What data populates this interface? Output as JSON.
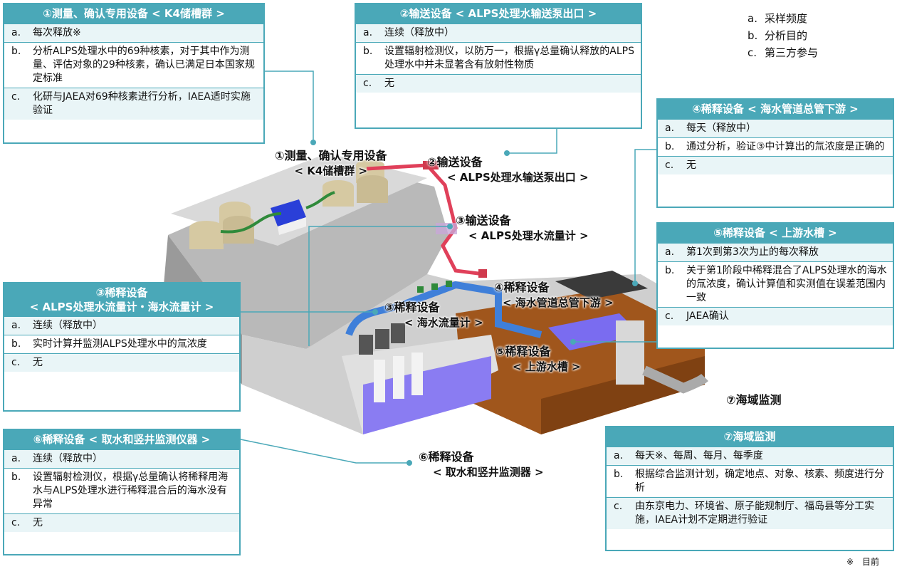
{
  "legend": [
    {
      "key": "a.",
      "text": "采样频度"
    },
    {
      "key": "b.",
      "text": "分析目的"
    },
    {
      "key": "c.",
      "text": "第三方参与"
    }
  ],
  "panels": {
    "p1": {
      "title": "①测量、确认专用设备 < K4储槽群 >",
      "rows": [
        {
          "key": "a.",
          "text": "每次释放※"
        },
        {
          "key": "b.",
          "text": "分析ALPS处理水中的69种核素，对于其中作为测量、评估对象的29种核素，确认已满足日本国家规定标准"
        },
        {
          "key": "c.",
          "text": "化研与JAEA对69种核素进行分析，IAEA适时实施验证"
        }
      ]
    },
    "p2": {
      "title": "②输送设备 < ALPS处理水输送泵出口 >",
      "rows": [
        {
          "key": "a.",
          "text": "连续（释放中）"
        },
        {
          "key": "b.",
          "text": "设置辐射检测仪，以防万一，根据γ总量确认释放的ALPS处理水中并未显著含有放射性物质"
        },
        {
          "key": "c.",
          "text": "无"
        }
      ]
    },
    "p3": {
      "title": "③稀释设备",
      "subtitle": "< ALPS处理水流量计・海水流量计 >",
      "rows": [
        {
          "key": "a.",
          "text": "连续（释放中）"
        },
        {
          "key": "b.",
          "text": "实时计算并监测ALPS处理水中的氚浓度"
        },
        {
          "key": "c.",
          "text": "无"
        }
      ]
    },
    "p4": {
      "title": "④稀释设备 < 海水管道总管下游 >",
      "rows": [
        {
          "key": "a.",
          "text": "每天（释放中）"
        },
        {
          "key": "b.",
          "text": "通过分析，验证③中计算出的氚浓度是正确的"
        },
        {
          "key": "c.",
          "text": "无"
        }
      ]
    },
    "p5": {
      "title": "⑤稀释设备 < 上游水槽 >",
      "rows": [
        {
          "key": "a.",
          "text": "第1次到第3次为止的每次释放"
        },
        {
          "key": "b.",
          "text": "关于第1阶段中稀释混合了ALPS处理水的海水的氚浓度，确认计算值和实测值在误差范围内一致"
        },
        {
          "key": "c.",
          "text": "JAEA确认"
        }
      ]
    },
    "p6": {
      "title": "⑥稀释设备 < 取水和竖井监测仪器 >",
      "rows": [
        {
          "key": "a.",
          "text": "连续（释放中）"
        },
        {
          "key": "b.",
          "text": "设置辐射检测仪，根据γ总量确认将稀释用海水与ALPS处理水进行稀释混合后的海水没有异常"
        },
        {
          "key": "c.",
          "text": "无"
        }
      ]
    },
    "p7": {
      "title": "⑦海域监测",
      "rows": [
        {
          "key": "a.",
          "text": "每天※、每周、每月、每季度"
        },
        {
          "key": "b.",
          "text": "根据综合监测计划，确定地点、对象、核素、频度进行分析"
        },
        {
          "key": "c.",
          "text": "由东京电力、环境省、原子能规制厅、福岛县等分工实施，IAEA计划不定期进行验证"
        }
      ]
    }
  },
  "callouts": {
    "c1": {
      "title": "①测量、确认专用设备",
      "sub": "< K4储槽群 >"
    },
    "c2": {
      "title": "②输送设备",
      "sub": "< ALPS处理水输送泵出口 >"
    },
    "c3a": {
      "title": "③输送设备",
      "sub": "< ALPS处理水流量计 >"
    },
    "c3b": {
      "title": "③稀释设备",
      "sub": "< 海水流量计 >"
    },
    "c4": {
      "title": "④稀释设备",
      "sub": "< 海水管道总管下游 >"
    },
    "c5": {
      "title": "⑤稀释设备",
      "sub": "< 上游水槽 >"
    },
    "c6": {
      "title": "⑥稀释设备",
      "sub": "< 取水和竖井监测器 >"
    },
    "c7": {
      "title": "⑦海域监测"
    }
  },
  "footnote": "※　目前",
  "colors": {
    "panel_border": "#4aa8b8",
    "water": "#7a6cf0",
    "pipe_red": "#e0405a",
    "pipe_blue": "#3f7fd9",
    "soil": "#a0561c",
    "concrete": "#c8c8c8"
  }
}
